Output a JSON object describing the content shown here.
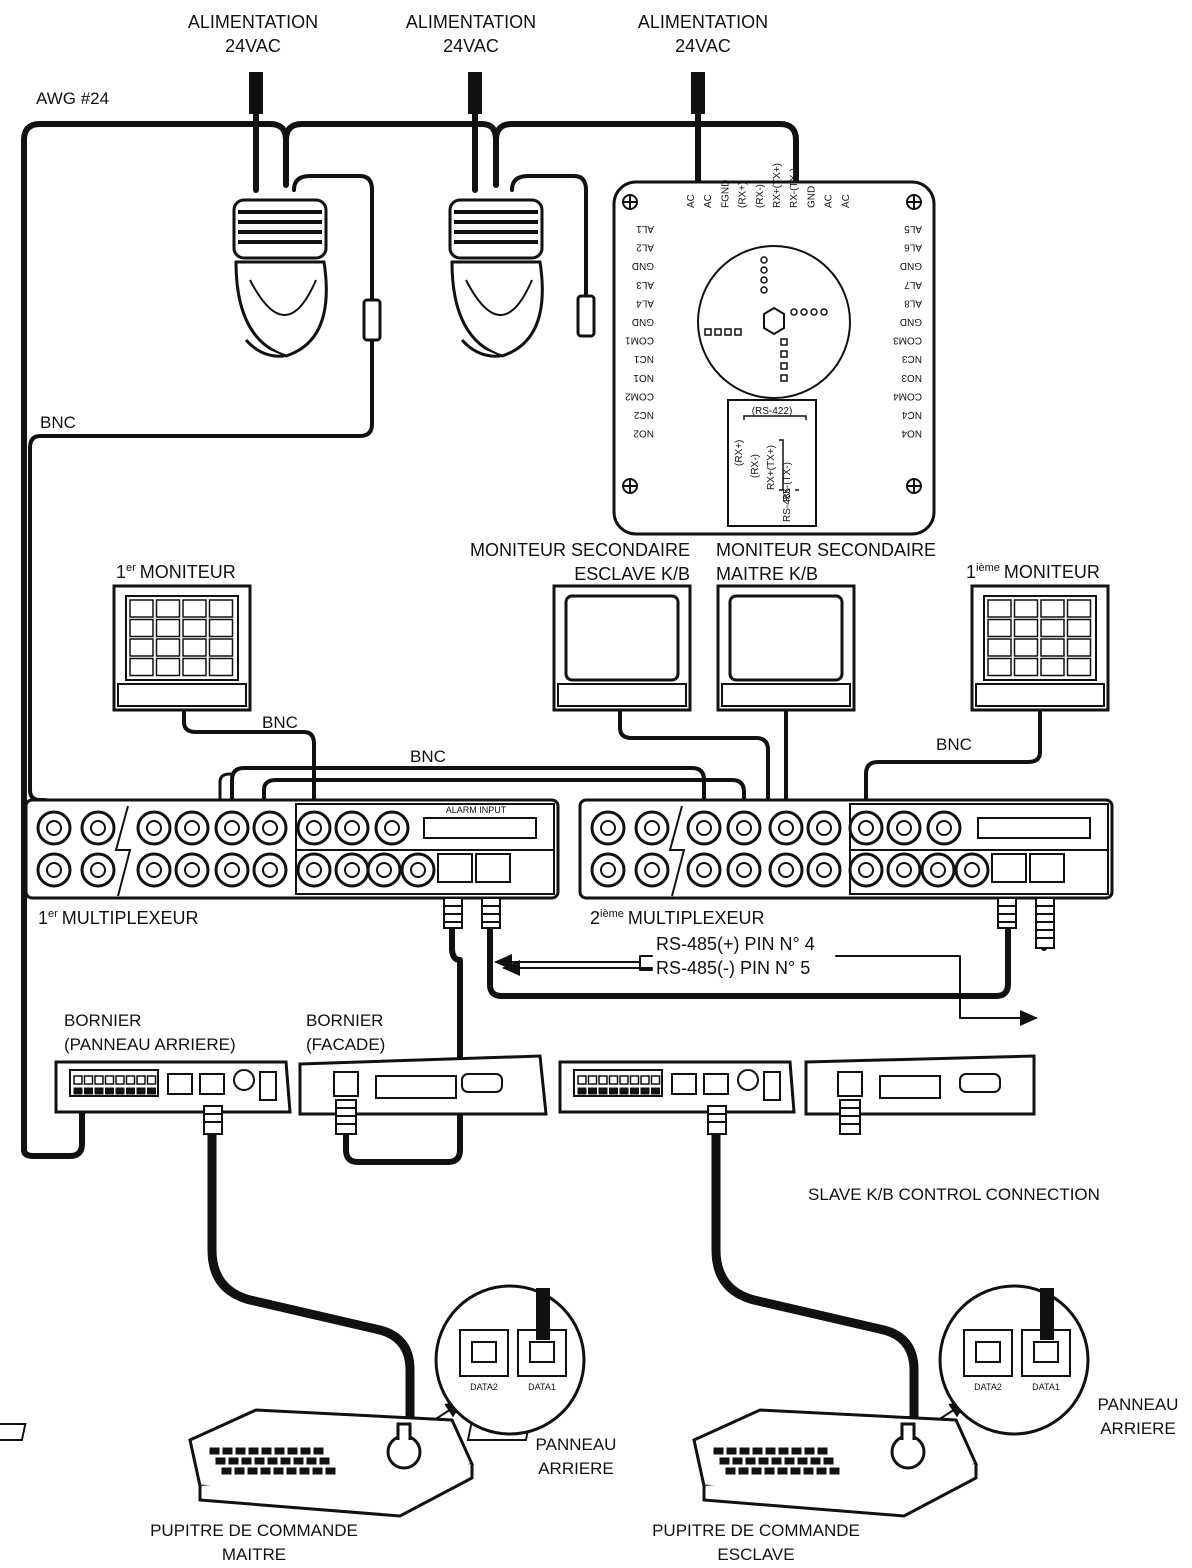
{
  "power": {
    "label1": "ALIMENTATION",
    "volt1": "24VAC",
    "label2": "ALIMENTATION",
    "volt2": "24VAC",
    "label3": "ALIMENTATION",
    "volt3": "24VAC"
  },
  "cables": {
    "awg": "AWG #24",
    "bnc_left": "BNC",
    "bnc_mon1": "BNC",
    "bnc_mid": "BNC",
    "bnc_right": "BNC"
  },
  "board": {
    "top_pins": [
      "AC",
      "AC",
      "FGND",
      "(RX+)",
      "(RX-)",
      "RX+(TX+)",
      "RX-(TX-)",
      "GND",
      "AC",
      "AC"
    ],
    "left_pins": [
      "AL1",
      "AL2",
      "GND",
      "AL3",
      "AL4",
      "GND",
      "COM1",
      "NC1",
      "NO1",
      "COM2",
      "NC2",
      "NO2"
    ],
    "right_pins": [
      "AL5",
      "AL6",
      "GND",
      "AL7",
      "AL8",
      "GND",
      "COM3",
      "NC3",
      "NO3",
      "COM4",
      "NC4",
      "NO4"
    ],
    "rs422": "(RS-422)",
    "rs422_pins": [
      "(RX+)",
      "(RX-)",
      "RX+(TX+)",
      "RX-(TX-)"
    ],
    "rs485": "RS-485"
  },
  "monitors": {
    "m1_sup": "er",
    "m1": "MONITEUR",
    "m1_num": "1",
    "sec_slave_l1": "MONITEUR SECONDAIRE",
    "sec_slave_l2": "ESCLAVE K/B",
    "sec_master_l1": "MONITEUR SECONDAIRE",
    "sec_master_l2": "MAITRE K/B",
    "m2_num": "1",
    "m2_sup": "ième",
    "m2": "MONITEUR"
  },
  "multiplexers": {
    "mux1_num": "1",
    "mux1_sup": "er",
    "mux1": "MULTIPLEXEUR",
    "mux2_num": "2",
    "mux2_sup": "ième",
    "mux2": "MULTIPLEXEUR",
    "alarm_label": "ALARM INPUT"
  },
  "rs485": {
    "plus": "RS-485(+) PIN N° 4",
    "minus": "RS-485(-) PIN N° 5"
  },
  "terminals": {
    "rear_l1": "BORNIER",
    "rear_l2": "(PANNEAU ARRIERE)",
    "front_l1": "BORNIER",
    "front_l2": "(FACADE)",
    "slave_conn": "SLAVE K/B CONTROL CONNECTION"
  },
  "keyboards": {
    "master_l1": "PUPITRE DE COMMANDE",
    "master_l2": "MAITRE",
    "slave_l1": "PUPITRE DE COMMANDE",
    "slave_l2": "ESCLAVE",
    "panel_l1": "PANNEAU",
    "panel_l2": "ARRIERE",
    "panel2_l1": "PANNEAU",
    "panel2_l2": "ARRIERE",
    "port_a": "DATA2",
    "port_b": "DATA1"
  }
}
